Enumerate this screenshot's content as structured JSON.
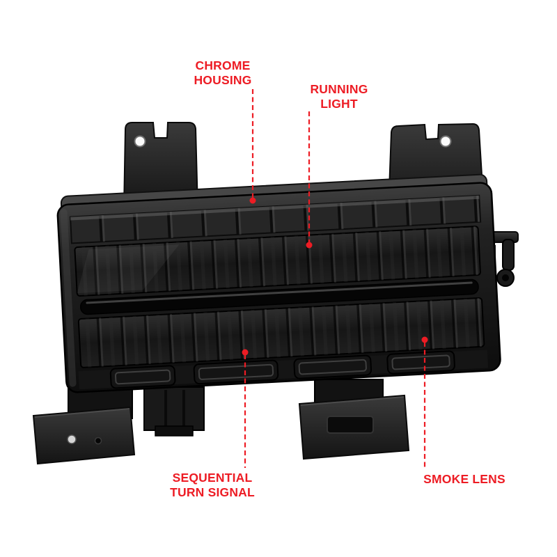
{
  "page": {
    "background": "#ffffff"
  },
  "annotations": {
    "accent_color": "#ed1c24",
    "labels": [
      {
        "id": "chrome-housing",
        "lines": [
          "CHROME",
          "HOUSING"
        ]
      },
      {
        "id": "running-light",
        "lines": [
          "RUNNING",
          "LIGHT"
        ]
      },
      {
        "id": "sequential-turn-signal",
        "lines": [
          "SEQUENTIAL",
          "TURN SIGNAL"
        ]
      },
      {
        "id": "smoke-lens",
        "lines": [
          "SMOKE LENS"
        ]
      }
    ]
  }
}
